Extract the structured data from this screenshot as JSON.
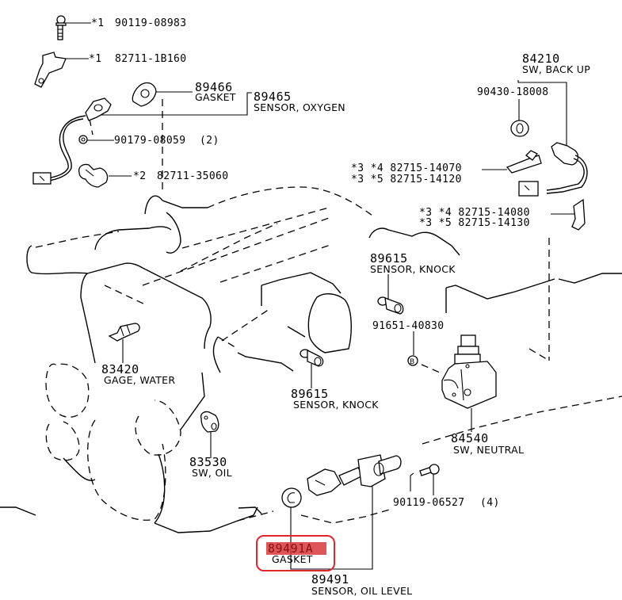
{
  "diagram": {
    "highlight_color": "#d9383c",
    "highlight_border_color": "#e0262c",
    "parts": [
      {
        "id": "bolt",
        "ref": "*1",
        "part_no": "90119-08983",
        "icon": "bolt-icon"
      },
      {
        "id": "clamp1",
        "ref": "*1",
        "part_no": "82711-1B160",
        "icon": "clamp-icon"
      },
      {
        "id": "gasket-oxygen",
        "number": "89466",
        "name": "GASKET",
        "icon": "gasket-icon"
      },
      {
        "id": "sensor-oxygen",
        "number": "89465",
        "name": "SENSOR, OXYGEN",
        "icon": "oxygen-sensor-icon"
      },
      {
        "id": "nut",
        "part_no": "90179-08059",
        "qty": "(2)",
        "icon": "nut-icon"
      },
      {
        "id": "clamp2",
        "ref": "*2",
        "part_no": "82711-35060",
        "icon": "clamp-icon"
      },
      {
        "id": "sw-backup",
        "number": "84210",
        "name": "SW, BACK UP",
        "icon": "backup-switch-icon"
      },
      {
        "id": "washer",
        "part_no": "90430-18008",
        "icon": "washer-icon"
      },
      {
        "id": "clip-a",
        "refs": [
          "*3 *4",
          "*3 *5"
        ],
        "part_nos": [
          "82715-14070",
          "82715-14120"
        ],
        "icon": "clip-icon"
      },
      {
        "id": "bracket-a",
        "refs": [
          "*3 *4",
          "*3 *5"
        ],
        "part_nos": [
          "82715-14080",
          "82715-14130"
        ],
        "icon": "bracket-icon"
      },
      {
        "id": "knock-sensor-1",
        "number": "89615",
        "name": "SENSOR, KNOCK",
        "icon": "knock-sensor-icon"
      },
      {
        "id": "bolt-b",
        "part_no": "91651-40830",
        "marker": "B",
        "icon": "bolt-b-icon"
      },
      {
        "id": "gage-water",
        "number": "83420",
        "name": "GAGE, WATER",
        "icon": "water-gage-icon"
      },
      {
        "id": "knock-sensor-2",
        "number": "89615",
        "name": "SENSOR, KNOCK",
        "icon": "knock-sensor-icon"
      },
      {
        "id": "sw-neutral",
        "number": "84540",
        "name": "SW, NEUTRAL",
        "icon": "neutral-switch-icon"
      },
      {
        "id": "sw-oil",
        "number": "83530",
        "name": "SW, OIL",
        "icon": "oil-switch-icon"
      },
      {
        "id": "screw",
        "part_no": "90119-06527",
        "qty": "(4)",
        "icon": "screw-icon"
      },
      {
        "id": "gasket-oil",
        "number": "89491A",
        "name": "GASKET",
        "highlighted": true,
        "icon": "gasket-ring-icon"
      },
      {
        "id": "sensor-oil-level",
        "number": "89491",
        "name": "SENSOR, OIL LEVEL",
        "icon": "oil-level-sensor-icon"
      }
    ],
    "labels": {
      "bolt_ref": "*1",
      "bolt_pn": "90119-08983",
      "clamp1_ref": "*1",
      "clamp1_pn": "82711-1B160",
      "gasket_ox_num": "89466",
      "gasket_ox_name": "GASKET",
      "sensor_ox_num": "89465",
      "sensor_ox_name": "SENSOR, OXYGEN",
      "nut_pn": "90179-08059",
      "nut_qty": "(2)",
      "clamp2_ref": "*2",
      "clamp2_pn": "82711-35060",
      "backup_num": "84210",
      "backup_name": "SW, BACK UP",
      "washer_pn": "90430-18008",
      "clipa_line1": "*3 *4 82715-14070",
      "clipa_line2": "*3 *5 82715-14120",
      "brack_line1": "*3 *4 82715-14080",
      "brack_line2": "*3 *5 82715-14130",
      "knock1_num": "89615",
      "knock1_name": "SENSOR, KNOCK",
      "boltb_pn": "91651-40830",
      "boltb_marker": "B",
      "water_num": "83420",
      "water_name": "GAGE, WATER",
      "knock2_num": "89615",
      "knock2_name": "SENSOR, KNOCK",
      "neutral_num": "84540",
      "neutral_name": "SW, NEUTRAL",
      "oilsw_num": "83530",
      "oilsw_name": "SW, OIL",
      "screw_pn": "90119-06527",
      "screw_qty": "(4)",
      "gasket_oil_num": "89491A",
      "gasket_oil_name": "GASKET",
      "oillevel_num": "89491",
      "oillevel_name": "SENSOR, OIL LEVEL"
    }
  }
}
